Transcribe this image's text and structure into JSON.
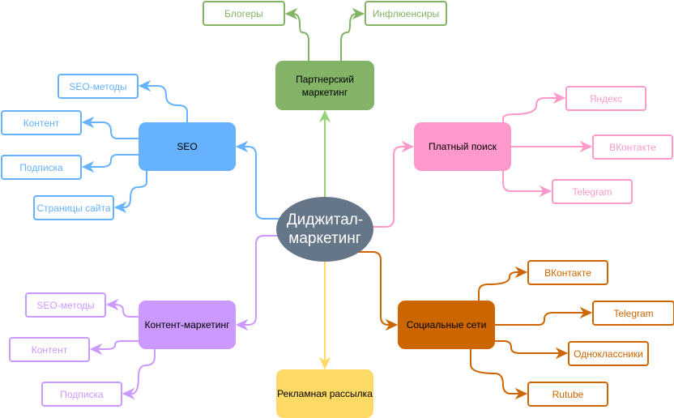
{
  "center": {
    "label": "Диджитал-\nмаркетинг",
    "color": "#647687"
  },
  "branches": {
    "partner": {
      "label": "Партнерский маркетинг",
      "color": "#82b366",
      "edge": "#82b366",
      "text": "#82b366",
      "children": [
        "Блогеры",
        "Инфлюенсиры"
      ]
    },
    "seo": {
      "label": "SEO",
      "color": "#66b2ff",
      "edge": "#66b2ff",
      "text": "#66b2ff",
      "children": [
        "SEO-методы",
        "Контент",
        "Подписка",
        "Страницы сайта"
      ]
    },
    "paid": {
      "label": "Платный поиск",
      "color": "#ff99cc",
      "edge": "#ff99cc",
      "text": "#ff99cc",
      "children": [
        "Яндекс",
        "ВКонтакте",
        "Telegram"
      ]
    },
    "content": {
      "label": "Контент-маркетинг",
      "color": "#cc99ff",
      "edge": "#cc99ff",
      "text": "#cc99ff",
      "children": [
        "SEO-методы",
        "Контент",
        "Подписка"
      ]
    },
    "social": {
      "label": "Социальные сети",
      "color": "#cc6600",
      "edge": "#cc6600",
      "text": "#cc6600",
      "children": [
        "ВКонтакте",
        "Telegram",
        "Одноклассники",
        "Rutube"
      ]
    },
    "mail": {
      "label": "Рекламная рассылка",
      "color": "#ffd966",
      "edge": "#ffd966",
      "text": "#000000",
      "children": []
    }
  },
  "edge_center_partner": "#97d077"
}
